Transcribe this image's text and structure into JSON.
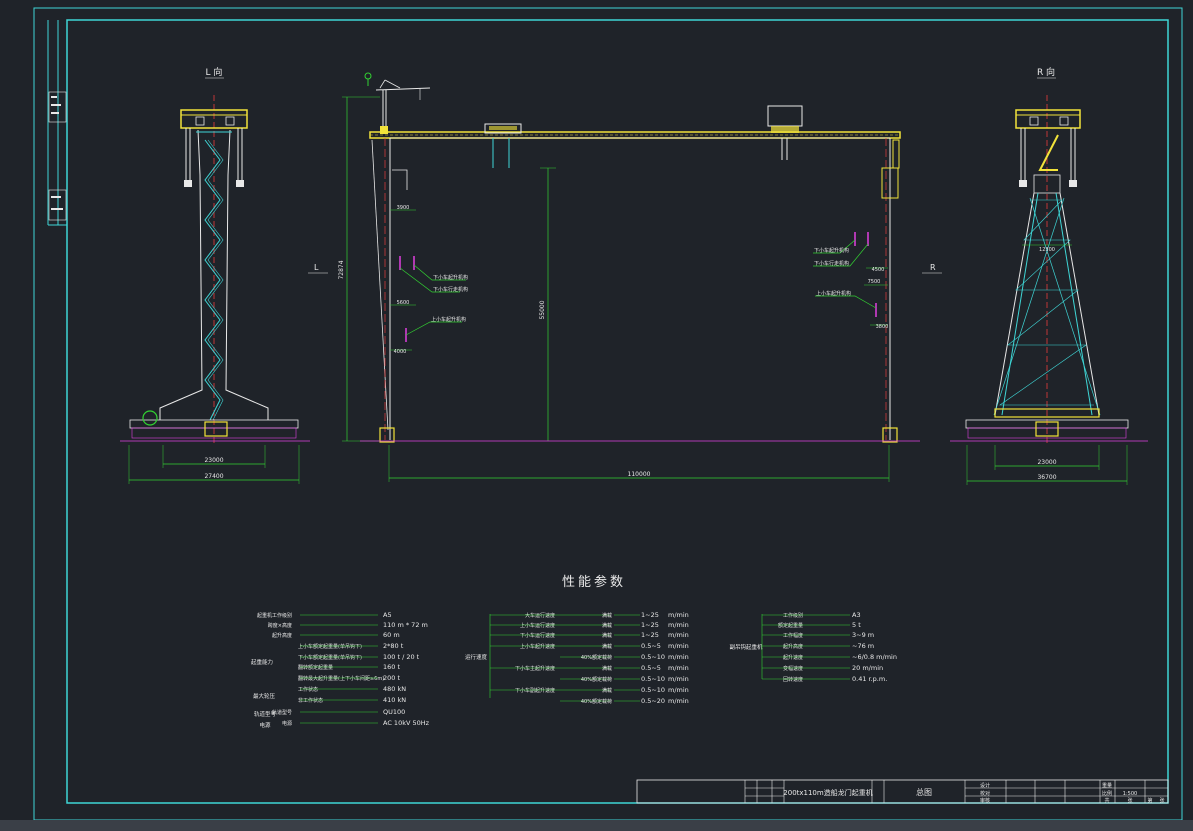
{
  "drawing": {
    "views": {
      "left_label": "L 向",
      "right_label": "R 向",
      "front_left_marker": "L",
      "front_right_marker": "R"
    },
    "dimensions": {
      "left_inner": "23000",
      "left_outer": "27400",
      "right_inner": "23000",
      "right_outer": "36700",
      "span": "110000",
      "left_top_width": "",
      "right_top_width": "12300",
      "height_total": "72874",
      "clear_height": "55000",
      "dim_3900": "3900",
      "dim_5600": "5600",
      "dim_4000": "4000",
      "dim_4500": "4500",
      "dim_7500": "7500",
      "dim_3800": "3800"
    },
    "annotations": {
      "a1": "下小车起升机构",
      "a2": "下小车行走机构",
      "a3": "上小车起升机构",
      "b1": "下小车起升机构",
      "b2": "下小车行走机构",
      "b3": "上小车起升机构"
    }
  },
  "params": {
    "title": "性能参数",
    "col1": [
      {
        "label": "起重机工作级别",
        "value": "A5"
      },
      {
        "label": "跨度×高度",
        "value": "110 m * 72 m"
      },
      {
        "label": "起升高度",
        "value": "60 m"
      },
      {
        "label": "上小车额定起重量(单吊钩下)",
        "value": "2*80 t"
      },
      {
        "label": "下小车额定起重量(单吊钩下)",
        "value": "100 t / 20 t"
      },
      {
        "label": "翻转额定起重量",
        "value": "160 t"
      },
      {
        "label": "翻转最大起升重量(上下小车间距≥6m)",
        "value": "200 t"
      },
      {
        "label": "工作状态",
        "value": "480 kN"
      },
      {
        "label": "非工作状态",
        "value": "410 kN"
      },
      {
        "label": "轨道型号",
        "value": "QU100"
      },
      {
        "label": "电源",
        "value": "AC 10kV 50Hz"
      }
    ],
    "col1_groups": [
      "起重能力",
      "最大轮压",
      "轨道型号",
      "电源"
    ],
    "col2_group": "运行速度",
    "col2": [
      {
        "label": "大车运行速度",
        "mode": "满载",
        "value": "1~25",
        "unit": "m/min"
      },
      {
        "label": "上小车运行速度",
        "mode": "满载",
        "value": "1~25",
        "unit": "m/min"
      },
      {
        "label": "下小车运行速度",
        "mode": "满载",
        "value": "1~25",
        "unit": "m/min"
      },
      {
        "label": "上小车起升速度",
        "mode": "满载",
        "value": "0.5~5",
        "unit": "m/min"
      },
      {
        "label": "",
        "mode": "40%额定载荷",
        "value": "0.5~10",
        "unit": "m/min"
      },
      {
        "label": "下小车主起升速度",
        "mode": "满载",
        "value": "0.5~5",
        "unit": "m/min"
      },
      {
        "label": "",
        "mode": "40%额定载荷",
        "value": "0.5~10",
        "unit": "m/min"
      },
      {
        "label": "下小车副起升速度",
        "mode": "满载",
        "value": "0.5~10",
        "unit": "m/min"
      },
      {
        "label": "",
        "mode": "40%额定载荷",
        "value": "0.5~20",
        "unit": "m/min"
      }
    ],
    "col3_group": "副吊钩起重机",
    "col3": [
      {
        "label": "工作级别",
        "value": "A3"
      },
      {
        "label": "额定起重量",
        "value": "5 t"
      },
      {
        "label": "工作幅度",
        "value": "3~9 m"
      },
      {
        "label": "起升高度",
        "value": "~76 m"
      },
      {
        "label": "起升速度",
        "value": "~6/0.8 m/min"
      },
      {
        "label": "变幅速度",
        "value": "20 m/min"
      },
      {
        "label": "回转速度",
        "value": "0.41 r.p.m."
      }
    ]
  },
  "title_block": {
    "drawing_name": "200tx110m造船龙门起重机",
    "sheet_name": "总图",
    "scale": "1:500",
    "cells": [
      "设计",
      "校对",
      "审核",
      "重量",
      "比例",
      "共",
      "张",
      "第",
      "张"
    ]
  },
  "colors": {
    "background": "#1f2329",
    "frame": "#3fd6d6",
    "yellow": "#f2e33a",
    "green": "#32d232",
    "cyan": "#3fd6d6",
    "red": "#e63c3c",
    "magenta": "#e040e0",
    "white": "#e8e8e8"
  }
}
